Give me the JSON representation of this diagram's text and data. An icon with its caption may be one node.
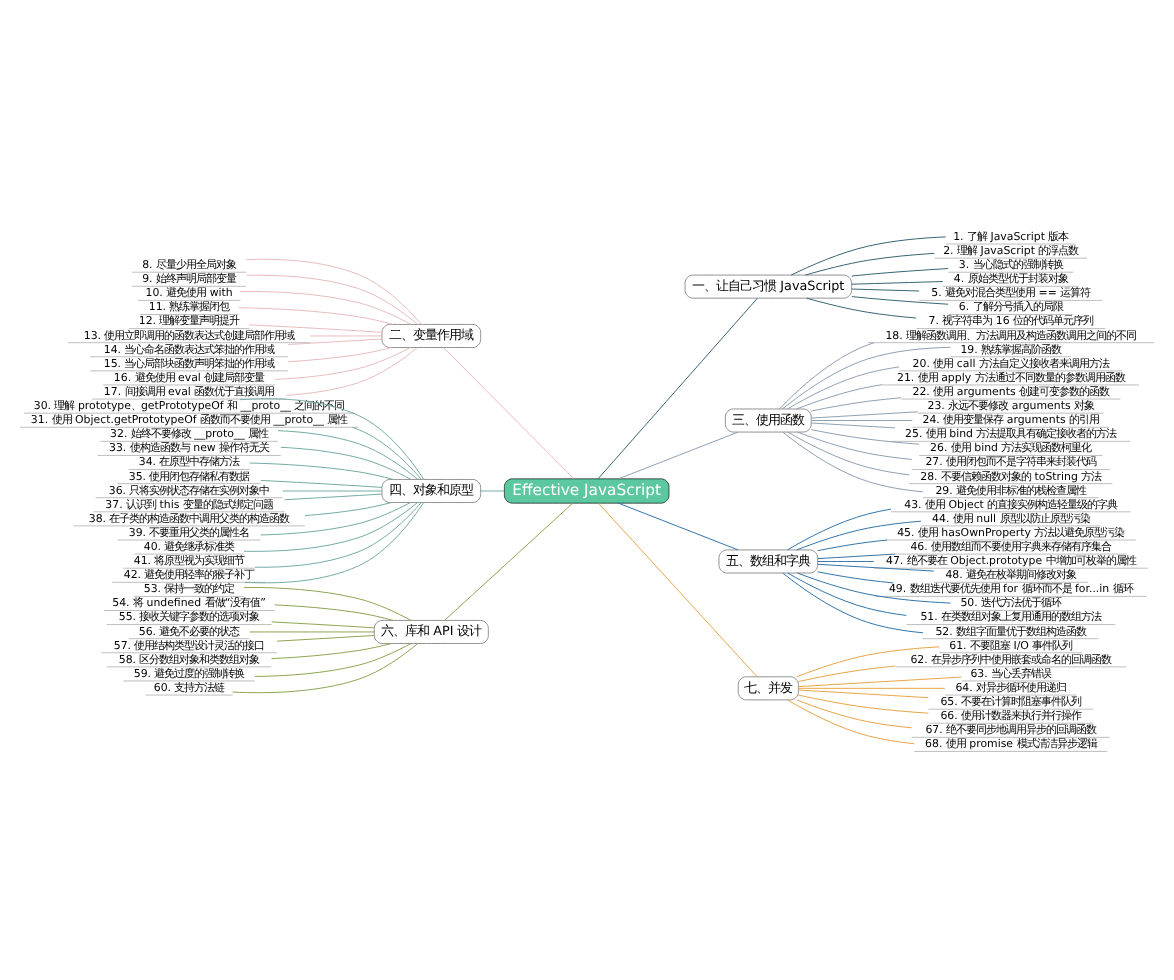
{
  "diagram": {
    "nodes": [
      {
        "text": [
          "Effective JavaScript"
        ]
      },
      {
        "text": [
          "一、让自己习惯 JavaScript"
        ]
      },
      {
        "text": [
          "1. 了解 JavaScript 版本"
        ]
      },
      {
        "text": [
          "2. 理解 JavaScript 的浮点数"
        ]
      },
      {
        "text": [
          "3. 当心隐式的强制转换"
        ]
      },
      {
        "text": [
          "4. 原始类型优于封装对象"
        ]
      },
      {
        "text": [
          "5. 避免对混合类型使用 == 运算符"
        ]
      },
      {
        "text": [
          "6. 了解分号插入的局限"
        ]
      },
      {
        "text": [
          "7. 视字符串为 16 位的代码单元序列"
        ]
      },
      {
        "text": [
          "二、变量作用域"
        ]
      },
      {
        "text": [
          "8. 尽量少用全局对象"
        ]
      },
      {
        "text": [
          "9. 始终声明局部变量"
        ]
      },
      {
        "text": [
          "10. 避免使用 with"
        ]
      },
      {
        "text": [
          "11. 熟练掌握闭包"
        ]
      },
      {
        "text": [
          "12. 理解变量声明提升"
        ]
      },
      {
        "text": [
          "13. 使用立即调用的函数表达式创建局部作用域"
        ]
      },
      {
        "text": [
          "14. 当心命名函数表达式笨拙的作用域"
        ]
      },
      {
        "text": [
          "15. 当心局部块函数声明笨拙的作用域"
        ]
      },
      {
        "text": [
          "16. 避免使用 eval 创建局部变量"
        ]
      },
      {
        "text": [
          "17. 间接调用 eval 函数优于直接调用"
        ]
      },
      {
        "text": [
          "三、使用函数"
        ]
      },
      {
        "text": [
          "18. 理解函数调用、方法调用及构造函数调用之间的不同"
        ]
      },
      {
        "text": [
          "19. 熟练掌握高阶函数"
        ]
      },
      {
        "text": [
          "20. 使用 call 方法自定义接收者来调用方法"
        ]
      },
      {
        "text": [
          "21. 使用 apply 方法通过不同数量的参数调用函数"
        ]
      },
      {
        "text": [
          "22. 使用 arguments 创建可变参数的函数"
        ]
      },
      {
        "text": [
          "23. 永远不要修改 arguments 对象"
        ]
      },
      {
        "text": [
          "24. 使用变量保存 arguments 的引用"
        ]
      },
      {
        "text": [
          "25. 使用 bind 方法提取具有确定接收者的方法"
        ]
      },
      {
        "text": [
          "26. 使用 bind 方法实现函数柯里化"
        ]
      },
      {
        "text": [
          "27. 使用闭包而不是字符串来封装代码"
        ]
      },
      {
        "text": [
          "28. 不要信赖函数对象的 toString 方法"
        ]
      },
      {
        "text": [
          "29. 避免使用非标准的栈检查属性"
        ]
      },
      {
        "text": [
          "四、对象和原型"
        ]
      },
      {
        "text": [
          "30. 理解 prototype、getPrototypeOf 和 __proto__ 之间的不同"
        ]
      },
      {
        "text": [
          "31. 使用 Object.getPrototypeOf 函数而不要使用 __proto__ 属性"
        ]
      },
      {
        "text": [
          "32. 始终不要修改 __proto__ 属性"
        ]
      },
      {
        "text": [
          "33. 使构造函数与 new 操作符无关"
        ]
      },
      {
        "text": [
          "34. 在原型中存储方法"
        ]
      },
      {
        "text": [
          "35. 使用闭包存储私有数据"
        ]
      },
      {
        "text": [
          "36. 只将实例状态存储在实例对象中"
        ]
      },
      {
        "text": [
          "37. 认识到 this 变量的隐式绑定问题"
        ]
      },
      {
        "text": [
          "38. 在子类的构造函数中调用父类的构造函数"
        ]
      },
      {
        "text": [
          "39. 不要重用父类的属性名"
        ]
      },
      {
        "text": [
          "40. 避免继承标准类"
        ]
      },
      {
        "text": [
          "41. 将原型视为实现细节"
        ]
      },
      {
        "text": [
          "42. 避免使用轻率的猴子补丁"
        ]
      },
      {
        "text": [
          "五、数组和字典"
        ]
      },
      {
        "text": [
          "43. 使用 Object 的直接实例构造轻量级的字典"
        ]
      },
      {
        "text": [
          "44. 使用 null 原型以防止原型污染"
        ]
      },
      {
        "text": [
          "45. 使用 hasOwnProperty 方法以避免原型污染"
        ]
      },
      {
        "text": [
          "46. 使用数组而不要使用字典来存储有序集合"
        ]
      },
      {
        "text": [
          "47. 绝不要在 Object.prototype 中增加可枚举的属性"
        ]
      },
      {
        "text": [
          "48. 避免在枚举期间修改对象"
        ]
      },
      {
        "text": [
          "49. 数组迭代要优先使用 for 循环而不是 for...in 循环"
        ]
      },
      {
        "text": [
          "50. 迭代方法优于循环"
        ]
      },
      {
        "text": [
          "51. 在类数组对象上复用通用的数组方法"
        ]
      },
      {
        "text": [
          "52. 数组字面量优于数组构造函数"
        ]
      },
      {
        "text": [
          "六、库和 API 设计"
        ]
      },
      {
        "text": [
          "53. 保持一致的约定"
        ]
      },
      {
        "text": [
          "54. 将 undefined 看做“没有值”"
        ]
      },
      {
        "text": [
          "55. 接收关键字参数的选项对象"
        ]
      },
      {
        "text": [
          "56. 避免不必要的状态"
        ]
      },
      {
        "text": [
          "57. 使用结构类型设计灵活的接口"
        ]
      },
      {
        "text": [
          "58. 区分数组对象和类数组对象"
        ]
      },
      {
        "text": [
          "59. 避免过度的强制转换"
        ]
      },
      {
        "text": [
          "60. 支持方法链"
        ]
      },
      {
        "text": [
          "七、并发"
        ]
      },
      {
        "text": [
          "61. 不要阻塞 I/O 事件队列"
        ]
      },
      {
        "text": [
          "62. 在异步序列中使用嵌套或命名的回调函数"
        ]
      },
      {
        "text": [
          "63. 当心丢弃错误"
        ]
      },
      {
        "text": [
          "64. 对异步循环使用递归"
        ]
      },
      {
        "text": [
          "65. 不要在计算时阻塞事件队列"
        ]
      },
      {
        "text": [
          "66. 使用计数器来执行并行操作"
        ]
      },
      {
        "text": [
          "67. 绝不要同步地调用异步的回调函数"
        ]
      },
      {
        "text": [
          "68. 使用 promise 模式清洁异步逻辑"
        ]
      }
    ],
    "edges": [
      {
        "from": 0,
        "to": 1,
        "arrow": "none",
        "color": "#2f5f6f"
      },
      {
        "from": 1,
        "to": 2,
        "arrow": "none",
        "color": "#2f5f6f"
      },
      {
        "from": 1,
        "to": 3,
        "arrow": "none",
        "color": "#2f5f6f"
      },
      {
        "from": 1,
        "to": 4,
        "arrow": "none",
        "color": "#2f5f6f"
      },
      {
        "from": 1,
        "to": 5,
        "arrow": "none",
        "color": "#2f5f6f"
      },
      {
        "from": 1,
        "to": 6,
        "arrow": "none",
        "color": "#2f5f6f"
      },
      {
        "from": 1,
        "to": 7,
        "arrow": "none",
        "color": "#2f5f6f"
      },
      {
        "from": 1,
        "to": 8,
        "arrow": "none",
        "color": "#2f5f6f"
      },
      {
        "from": 0,
        "to": 9,
        "arrow": "none",
        "color": "#e8b8bc"
      },
      {
        "from": 9,
        "to": 10,
        "arrow": "none",
        "color": "#e8b8bc"
      },
      {
        "from": 9,
        "to": 11,
        "arrow": "none",
        "color": "#e8b8bc"
      },
      {
        "from": 9,
        "to": 12,
        "arrow": "none",
        "color": "#e8b8bc"
      },
      {
        "from": 9,
        "to": 13,
        "arrow": "none",
        "color": "#e8b8bc"
      },
      {
        "from": 9,
        "to": 14,
        "arrow": "none",
        "color": "#e8b8bc"
      },
      {
        "from": 9,
        "to": 15,
        "arrow": "none",
        "color": "#e8b8bc"
      },
      {
        "from": 9,
        "to": 16,
        "arrow": "none",
        "color": "#e8b8bc"
      },
      {
        "from": 9,
        "to": 17,
        "arrow": "none",
        "color": "#e8b8bc"
      },
      {
        "from": 9,
        "to": 18,
        "arrow": "none",
        "color": "#e8b8bc"
      },
      {
        "from": 9,
        "to": 19,
        "arrow": "none",
        "color": "#e8b8bc"
      },
      {
        "from": 0,
        "to": 20,
        "arrow": "none",
        "color": "#8a9cb0"
      },
      {
        "from": 20,
        "to": 21,
        "arrow": "none",
        "color": "#8a9cb0"
      },
      {
        "from": 20,
        "to": 22,
        "arrow": "none",
        "color": "#8a9cb0"
      },
      {
        "from": 20,
        "to": 23,
        "arrow": "none",
        "color": "#8a9cb0"
      },
      {
        "from": 20,
        "to": 24,
        "arrow": "none",
        "color": "#8a9cb0"
      },
      {
        "from": 20,
        "to": 25,
        "arrow": "none",
        "color": "#8a9cb0"
      },
      {
        "from": 20,
        "to": 26,
        "arrow": "none",
        "color": "#8a9cb0"
      },
      {
        "from": 20,
        "to": 27,
        "arrow": "none",
        "color": "#8a9cb0"
      },
      {
        "from": 20,
        "to": 28,
        "arrow": "none",
        "color": "#8a9cb0"
      },
      {
        "from": 20,
        "to": 29,
        "arrow": "none",
        "color": "#8a9cb0"
      },
      {
        "from": 20,
        "to": 30,
        "arrow": "none",
        "color": "#8a9cb0"
      },
      {
        "from": 20,
        "to": 31,
        "arrow": "none",
        "color": "#8a9cb0"
      },
      {
        "from": 20,
        "to": 32,
        "arrow": "none",
        "color": "#8a9cb0"
      },
      {
        "from": 0,
        "to": 33,
        "arrow": "none",
        "color": "#6fa8a0"
      },
      {
        "from": 33,
        "to": 34,
        "arrow": "none",
        "color": "#6fa8a0"
      },
      {
        "from": 33,
        "to": 35,
        "arrow": "none",
        "color": "#6fa8a0"
      },
      {
        "from": 33,
        "to": 36,
        "arrow": "none",
        "color": "#6fa8a0"
      },
      {
        "from": 33,
        "to": 37,
        "arrow": "none",
        "color": "#6fa8a0"
      },
      {
        "from": 33,
        "to": 38,
        "arrow": "none",
        "color": "#6fa8a0"
      },
      {
        "from": 33,
        "to": 39,
        "arrow": "none",
        "color": "#6fa8a0"
      },
      {
        "from": 33,
        "to": 40,
        "arrow": "none",
        "color": "#6fa8a0"
      },
      {
        "from": 33,
        "to": 41,
        "arrow": "none",
        "color": "#6fa8a0"
      },
      {
        "from": 33,
        "to": 42,
        "arrow": "none",
        "color": "#6fa8a0"
      },
      {
        "from": 33,
        "to": 43,
        "arrow": "none",
        "color": "#6fa8a0"
      },
      {
        "from": 33,
        "to": 44,
        "arrow": "none",
        "color": "#6fa8a0"
      },
      {
        "from": 33,
        "to": 45,
        "arrow": "none",
        "color": "#6fa8a0"
      },
      {
        "from": 33,
        "to": 46,
        "arrow": "none",
        "color": "#6fa8a0"
      },
      {
        "from": 0,
        "to": 47,
        "arrow": "none",
        "color": "#2a6fa8"
      },
      {
        "from": 47,
        "to": 48,
        "arrow": "none",
        "color": "#2a6fa8"
      },
      {
        "from": 47,
        "to": 49,
        "arrow": "none",
        "color": "#2a6fa8"
      },
      {
        "from": 47,
        "to": 50,
        "arrow": "none",
        "color": "#2a6fa8"
      },
      {
        "from": 47,
        "to": 51,
        "arrow": "none",
        "color": "#2a6fa8"
      },
      {
        "from": 47,
        "to": 52,
        "arrow": "none",
        "color": "#2a6fa8"
      },
      {
        "from": 47,
        "to": 53,
        "arrow": "none",
        "color": "#2a6fa8"
      },
      {
        "from": 47,
        "to": 54,
        "arrow": "none",
        "color": "#2a6fa8"
      },
      {
        "from": 47,
        "to": 55,
        "arrow": "none",
        "color": "#2a6fa8"
      },
      {
        "from": 47,
        "to": 56,
        "arrow": "none",
        "color": "#2a6fa8"
      },
      {
        "from": 47,
        "to": 57,
        "arrow": "none",
        "color": "#2a6fa8"
      },
      {
        "from": 0,
        "to": 58,
        "arrow": "none",
        "color": "#8aa04a"
      },
      {
        "from": 58,
        "to": 59,
        "arrow": "none",
        "color": "#8aa04a"
      },
      {
        "from": 58,
        "to": 60,
        "arrow": "none",
        "color": "#8aa04a"
      },
      {
        "from": 58,
        "to": 61,
        "arrow": "none",
        "color": "#8aa04a"
      },
      {
        "from": 58,
        "to": 62,
        "arrow": "none",
        "color": "#8aa04a"
      },
      {
        "from": 58,
        "to": 63,
        "arrow": "none",
        "color": "#8aa04a"
      },
      {
        "from": 58,
        "to": 64,
        "arrow": "none",
        "color": "#8aa04a"
      },
      {
        "from": 58,
        "to": 65,
        "arrow": "none",
        "color": "#8aa04a"
      },
      {
        "from": 58,
        "to": 66,
        "arrow": "none",
        "color": "#8aa04a"
      },
      {
        "from": 0,
        "to": 67,
        "arrow": "none",
        "color": "#e8a040"
      },
      {
        "from": 67,
        "to": 68,
        "arrow": "none",
        "color": "#e8a040"
      },
      {
        "from": 67,
        "to": 69,
        "arrow": "none",
        "color": "#e8a040"
      },
      {
        "from": 67,
        "to": 70,
        "arrow": "none",
        "color": "#e8a040"
      },
      {
        "from": 67,
        "to": 71,
        "arrow": "none",
        "color": "#e8a040"
      },
      {
        "from": 67,
        "to": 72,
        "arrow": "none",
        "color": "#e8a040"
      },
      {
        "from": 67,
        "to": 73,
        "arrow": "none",
        "color": "#e8a040"
      },
      {
        "from": 67,
        "to": 74,
        "arrow": "none",
        "color": "#e8a040"
      },
      {
        "from": 67,
        "to": 75,
        "arrow": "none",
        "color": "#e8a040"
      }
    ]
  }
}
